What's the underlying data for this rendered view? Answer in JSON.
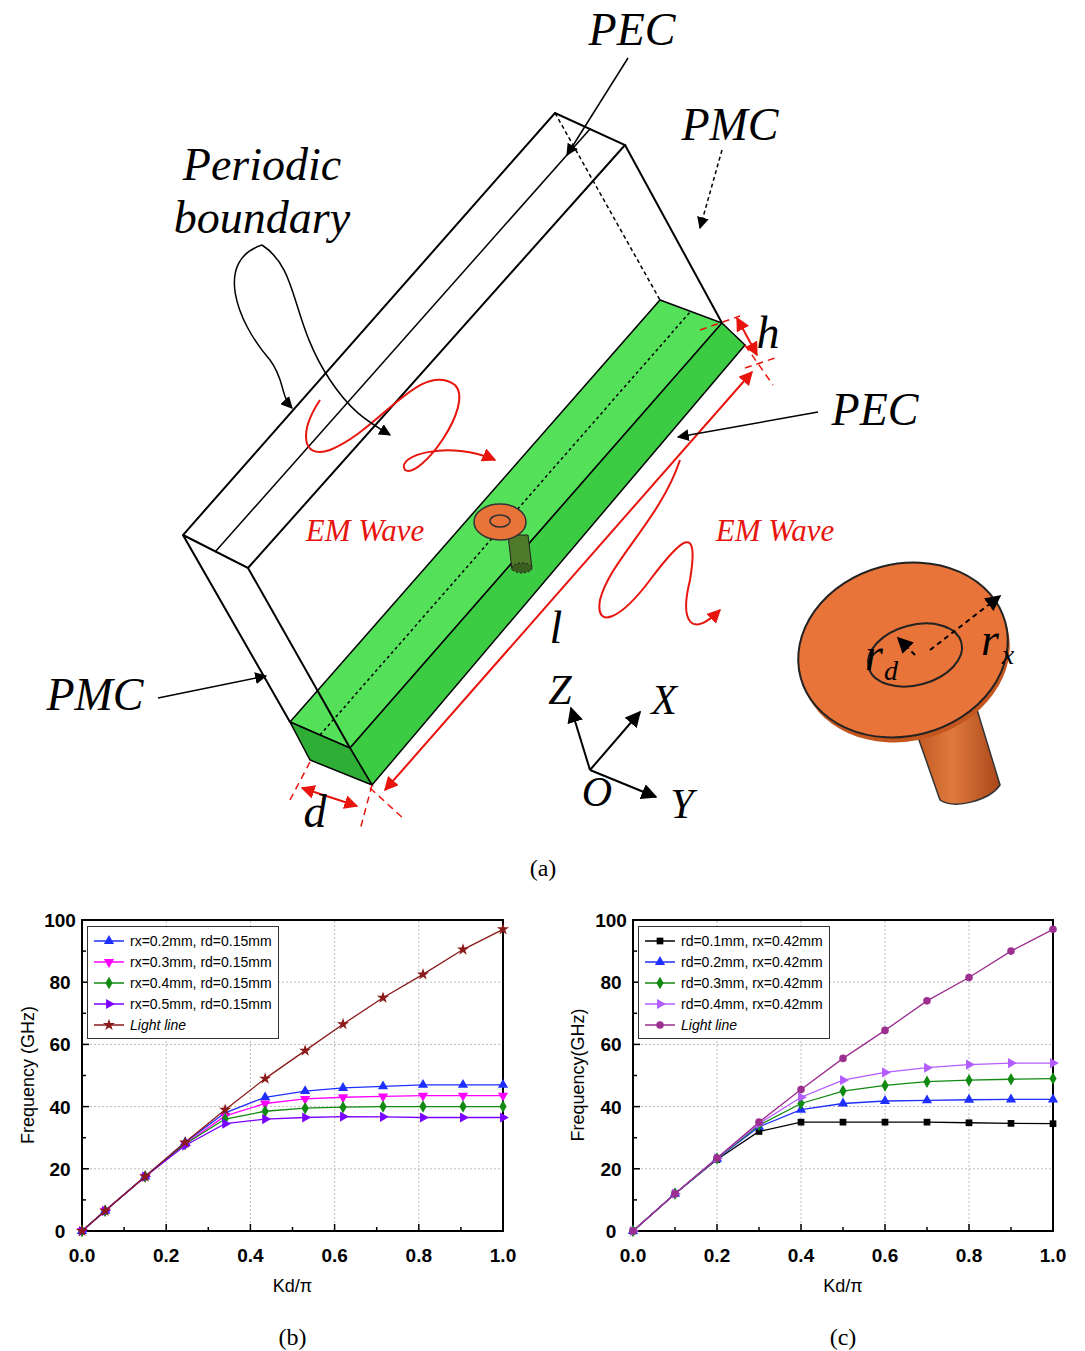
{
  "diagram": {
    "labels": [
      "PEC",
      "Periodic boundary",
      "PMC",
      "h",
      "PEC",
      "EM Wave",
      "EM Wave",
      "l",
      "r",
      "d",
      "r",
      "x",
      "PMC",
      "Z",
      "X",
      "O",
      "Y",
      "d",
      "(a)",
      "0",
      "20",
      "40",
      "60",
      "80",
      "100",
      "0.0",
      "0.2",
      "0.4",
      "0.6",
      "0.8",
      "1.0",
      "Frequency (GHz)",
      "Kd/π",
      "(b)",
      "0",
      "20",
      "40",
      "60",
      "80",
      "100",
      "0.0",
      "0.2",
      "0.4",
      "0.6",
      "0.8",
      "1.0",
      "Frequency(GHz)",
      "Kd/π",
      "(c)"
    ],
    "legend": [
      {
        "text": "rx=0.2mm, rd=0.15mm"
      },
      {
        "text": "rx=0.3mm, rd=0.15mm"
      },
      {
        "text": "rx=0.4mm, rd=0.15mm"
      },
      {
        "text": "rx=0.5mm, rd=0.15mm"
      },
      {
        "text": "Light line"
      },
      {
        "text": "rd=0.1mm, rx=0.42mm"
      },
      {
        "text": "rd=0.2mm, rx=0.42mm"
      },
      {
        "text": "rd=0.3mm, rx=0.42mm"
      },
      {
        "text": "rd=0.4mm, rx=0.42mm"
      },
      {
        "text": "Light line"
      }
    ]
  }
}
